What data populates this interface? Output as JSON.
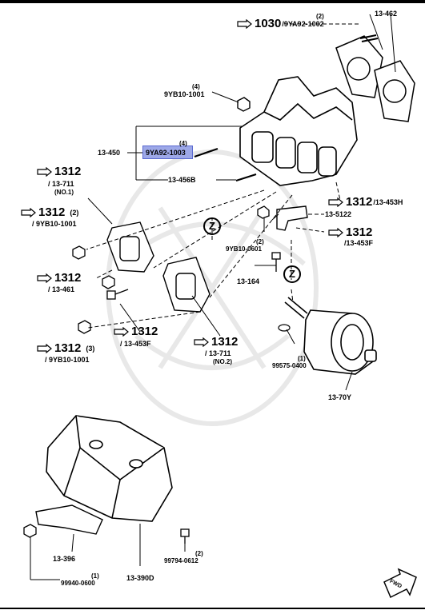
{
  "labels": {
    "p13_462": "13-462",
    "p1030_num": "1030",
    "p1030_code": "/9YA92-1002",
    "p1030_qty": "(2)",
    "p9yb10_top_qty": "(4)",
    "p9yb10_top": "9YB10-1001",
    "p13_450": "13-450",
    "p9ya92_qty": "(4)",
    "p9ya92_1003": "9YA92-1003",
    "p13_456b": "13-456B",
    "r1_num": "1312",
    "r1_sub1": "/ 13-711",
    "r1_sub2": "(NO.1)",
    "r2_num": "1312",
    "r2_qty": "(2)",
    "r2_sub": "/ 9YB10-1001",
    "r3_num": "1312",
    "r3_sub": "/ 13-461",
    "r4_num": "1312",
    "r4_sub": "/ 13-453F",
    "r5_num": "1312",
    "r5_sub1": "/ 13-711",
    "r5_sub2": "(NO.2)",
    "r6_num": "1312",
    "r6_qty": "(3)",
    "r6_sub": "/ 9YB10-1001",
    "r7_num": "1312",
    "r7_sub": "/13-453H",
    "r8_num": "1312",
    "r8_sub": "/13-453F",
    "p13_5122": "13-5122",
    "p9yb10_0601_qty": "(2)",
    "p9yb10_0601": "9YB10-0601",
    "p13_164": "13-164",
    "z1": "Z",
    "z2": "Z",
    "p99575_qty": "(1)",
    "p99575": "99575-0400",
    "p13_70y": "13-70Y",
    "p13_396": "13-396",
    "p99940_qty": "(1)",
    "p99940": "99940-0600",
    "p13_390d": "13-390D",
    "p99794_qty": "(2)",
    "p99794": "99794-0612",
    "fwd": "FWD"
  },
  "colors": {
    "highlight": "#9da8e8",
    "line": "#000000",
    "watermark": "#e6e6e6"
  },
  "icons": {
    "reference": "pointing-hand-icon",
    "forward": "fwd-arrow-icon"
  }
}
